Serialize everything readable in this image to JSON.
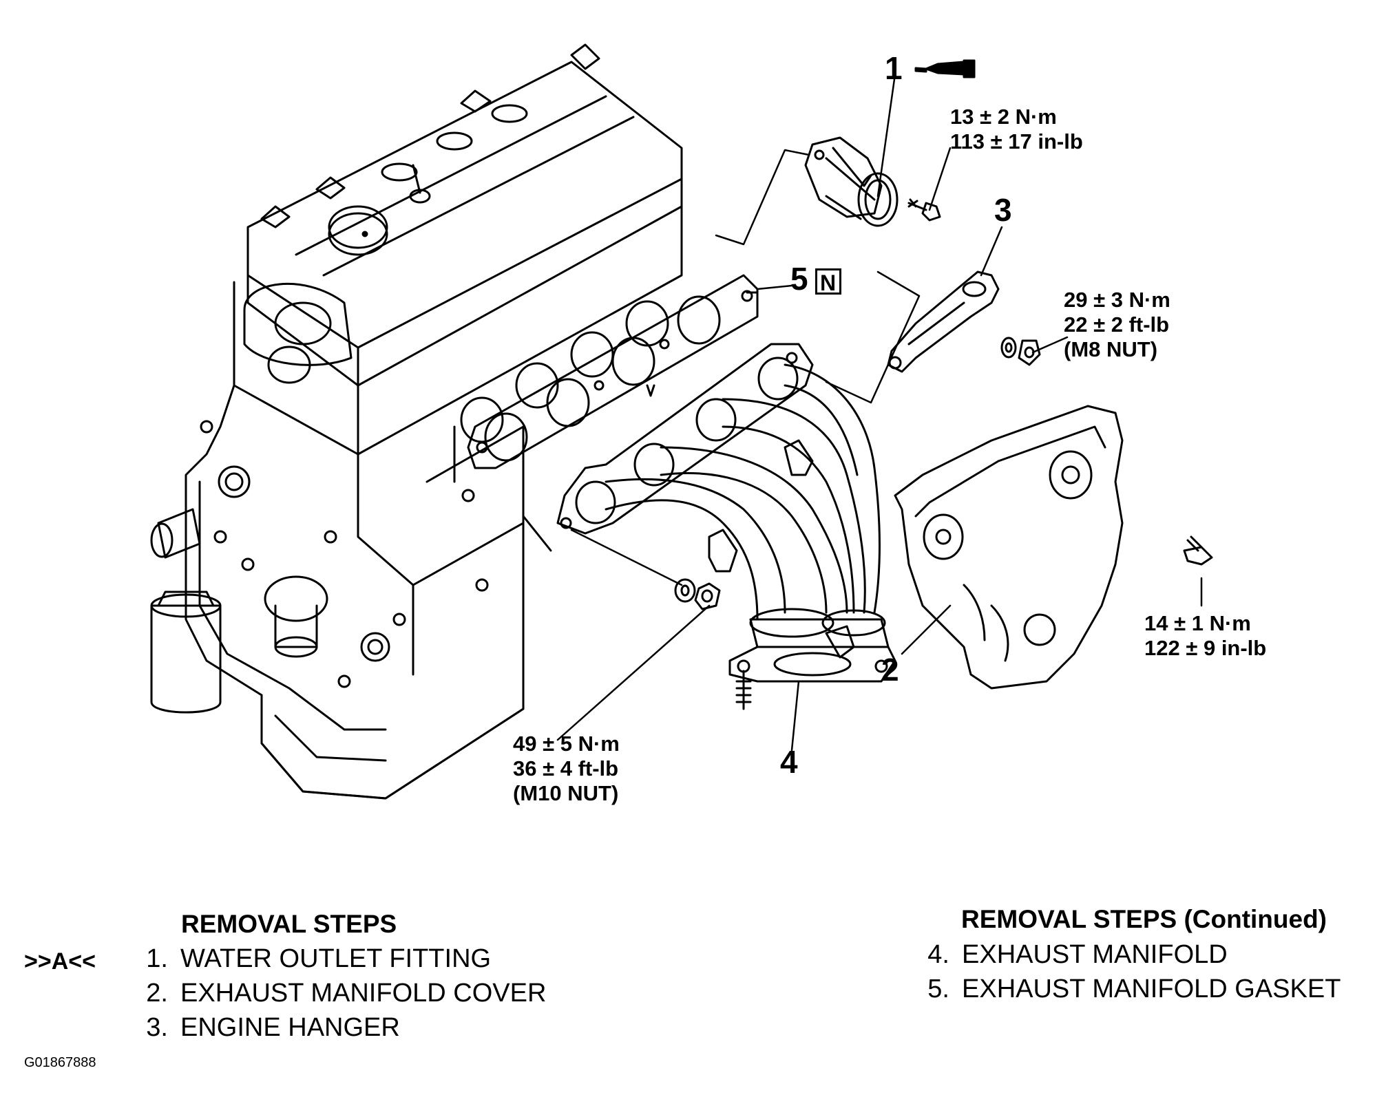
{
  "callouts": {
    "c1": "1",
    "c2": "2",
    "c3": "3",
    "c4": "4",
    "c5": "5",
    "new_part_symbol": "N"
  },
  "torque": {
    "water_outlet": [
      "13 ± 2 N·m",
      "113 ± 17 in-lb"
    ],
    "engine_hanger": [
      "29 ± 3 N·m",
      "22 ± 2 ft-lb",
      "(M8 NUT)"
    ],
    "cover_bolt": [
      "14 ± 1 N·m",
      "122 ± 9 in-lb"
    ],
    "manifold_nut": [
      "49 ± 5 N·m",
      "36 ± 4 ft-lb",
      "(M10 NUT)"
    ]
  },
  "steps_left": {
    "title": "REMOVAL STEPS",
    "marker": ">>A<<",
    "items": [
      {
        "n": "1.",
        "label": "WATER OUTLET FITTING"
      },
      {
        "n": "2.",
        "label": "EXHAUST MANIFOLD COVER"
      },
      {
        "n": "3.",
        "label": "ENGINE HANGER"
      }
    ]
  },
  "steps_right": {
    "title": "REMOVAL STEPS (Continued)",
    "items": [
      {
        "n": "4.",
        "label": "EXHAUST MANIFOLD"
      },
      {
        "n": "5.",
        "label": "EXHAUST MANIFOLD GASKET"
      }
    ]
  },
  "figure_id": "G01867888"
}
